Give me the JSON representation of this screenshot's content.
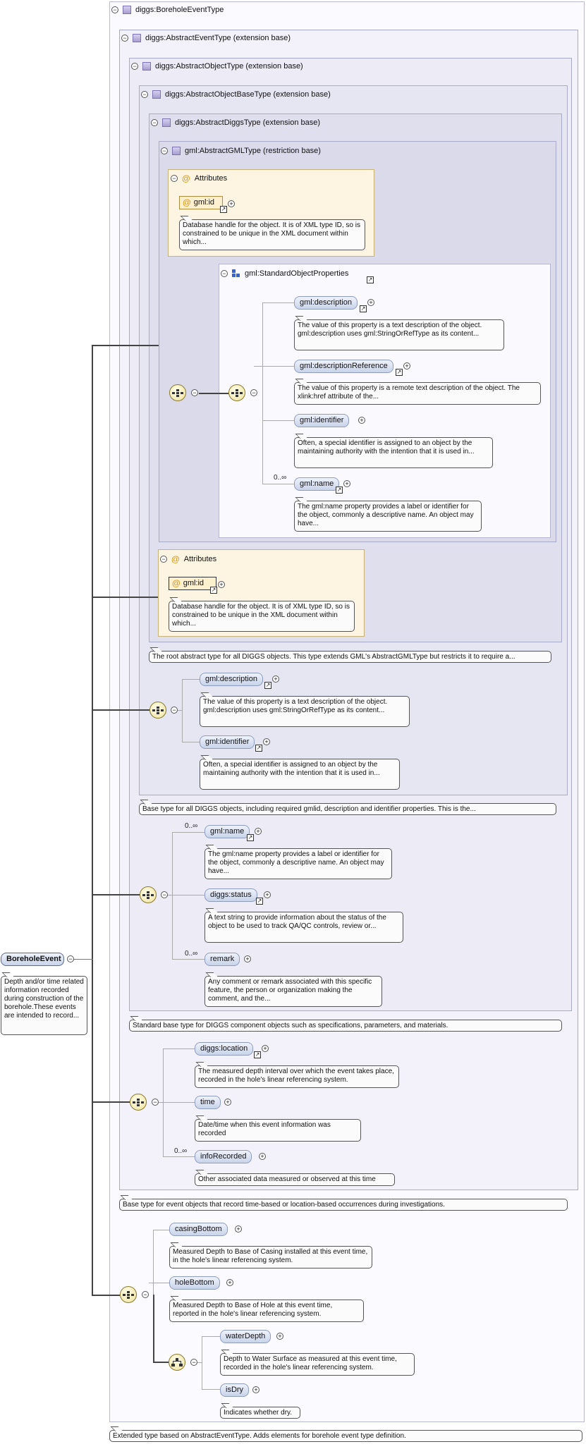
{
  "root": {
    "type_label": "diggs:BoreholeEventType",
    "footer_doc": "Extended type based on AbstractEventType. Adds elements for borehole event type definition."
  },
  "abstract_event": {
    "label": "diggs:AbstractEventType (extension base)",
    "doc": "Base type for event objects that record time-based or location-based occurrences during investigations."
  },
  "abstract_object": {
    "label": "diggs:AbstractObjectType (extension base)",
    "doc": "Standard base type for DIGGS component objects such as specifications, parameters, and materials."
  },
  "abstract_object_base": {
    "label": "diggs:AbstractObjectBaseType (extension base)",
    "doc": "Base type for all DIGGS objects, including required gmlid, description and identifier properties. This is the..."
  },
  "abstract_diggs": {
    "label": "diggs:AbstractDiggsType (extension base)",
    "doc": "The root abstract type for all DIGGS objects. This type extends GML's AbstractGMLType but restricts it to require a..."
  },
  "abstract_gml": {
    "label": "gml:AbstractGMLType (restriction base)"
  },
  "attributes_title": "Attributes",
  "gml_id": {
    "label": "gml:id",
    "doc": "Database handle for the object. It is of XML type ID, so is constrained to be unique in the XML document within which..."
  },
  "standard_props": {
    "label": "gml:StandardObjectProperties",
    "items": [
      {
        "label": "gml:description",
        "doc": "The value of this property is a text description of the object. gml:description uses gml:StringOrRefType as its content..."
      },
      {
        "label": "gml:descriptionReference",
        "doc": "The value of this property is a remote text description of the object. The xlink:href attribute of the..."
      },
      {
        "label": "gml:identifier",
        "doc": "Often, a special identifier is assigned to an object by the maintaining authority with the intention that it is used in..."
      },
      {
        "label": "gml:name",
        "occurs": "0..∞",
        "doc": "The gml:name property provides a label or identifier for the object, commonly a descriptive name. An object may have..."
      }
    ]
  },
  "diggs_seq": [
    {
      "label": "gml:description",
      "doc": "The value of this property is a text description of the object. gml:description uses gml:StringOrRefType as its content..."
    },
    {
      "label": "gml:identifier",
      "doc": "Often, a special identifier is assigned to an object by the maintaining authority with the intention that it is used in..."
    }
  ],
  "object_seq": [
    {
      "label": "gml:name",
      "occurs": "0..∞",
      "doc": "The gml:name property provides a label or identifier for the object, commonly a descriptive name. An object may have..."
    },
    {
      "label": "diggs:status",
      "doc": "A text string to provide information about the status of the object to be used to track QA/QC controls, review or..."
    },
    {
      "label": "remark",
      "occurs": "0..∞",
      "doc": "Any comment or remark associated with this specific feature, the person or organization making the comment, and the..."
    }
  ],
  "event_seq": [
    {
      "label": "diggs:location",
      "doc": "The measured depth interval over which the event takes place, recorded in the hole's linear referencing system."
    },
    {
      "label": "time",
      "doc": "Date/time when this event information was recorded"
    },
    {
      "label": "infoRecorded",
      "occurs": "0..∞",
      "doc": "Other associated data measured or observed at this time"
    }
  ],
  "borehole_seq": [
    {
      "label": "casingBottom",
      "doc": "Measured Depth to Base of Casing installed at this event time, in the hole's linear referencing system."
    },
    {
      "label": "holeBottom",
      "doc": "Measured Depth to Base of Hole at this event time, reported in the hole's linear referencing system."
    }
  ],
  "water_seq": [
    {
      "label": "waterDepth",
      "doc": "Depth to Water Surface as measured at this event time, recorded in the hole's linear referencing system."
    },
    {
      "label": "isDry",
      "doc": "Indicates whether dry."
    }
  ],
  "borehole_event": {
    "label": "BoreholeEvent",
    "doc": "Depth and/or time related information recorded during construction of the borehole.These events are intended to record..."
  },
  "glyphs": {
    "collapse": "−",
    "expand": "+",
    "ref": "↗",
    "at": "@"
  }
}
